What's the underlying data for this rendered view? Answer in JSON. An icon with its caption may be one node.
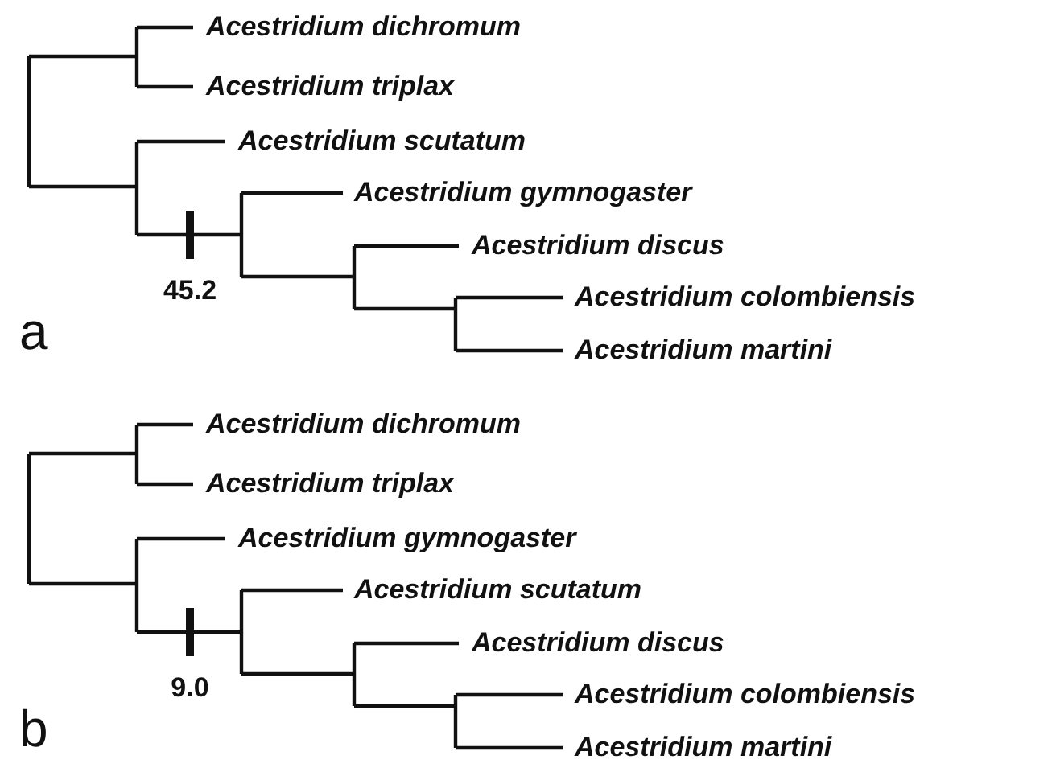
{
  "diagram": {
    "labels": [
      "Acestridium dichromum",
      "Acestridium triplax",
      "Acestridium scutatum",
      "Acestridium gymnogaster",
      "Acestridium discus",
      "Acestridium colombiensis",
      "Acestridium martini",
      "45.2",
      "a",
      "Acestridium dichromum",
      "Acestridium triplax",
      "Acestridium gymnogaster",
      "Acestridium scutatum",
      "Acestridium discus",
      "Acestridium colombiensis",
      "Acestridium martini",
      "9.0",
      "b"
    ]
  }
}
